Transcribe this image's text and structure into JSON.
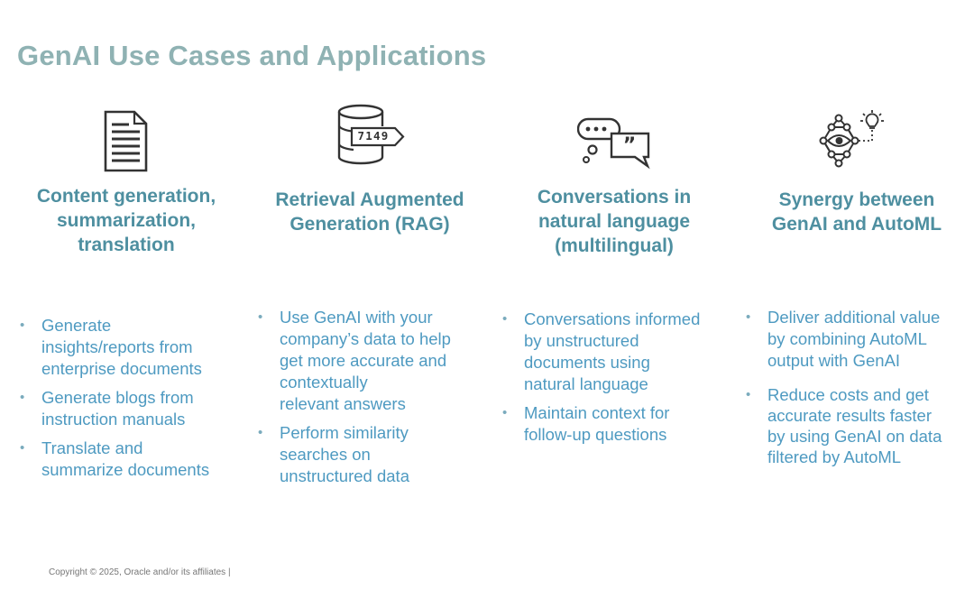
{
  "slide": {
    "title": "GenAI Use Cases and Applications",
    "footer": "Copyright © 2025, Oracle and/or its affiliates |",
    "colors": {
      "title": "#8fb2b3",
      "heading": "#4e8fa0",
      "bullet_text": "#4e9ac1",
      "icon": "#333333"
    }
  },
  "columns": [
    {
      "icon": "document-icon",
      "heading": [
        "Content generation,",
        "summarization,",
        "translation"
      ],
      "bullets": [
        [
          "Generate",
          "insights/reports from",
          "enterprise documents"
        ],
        [
          "Generate blogs from",
          "instruction manuals"
        ],
        [
          "Translate and",
          "summarize documents"
        ]
      ]
    },
    {
      "icon": "database-icon",
      "icon_text": "7149",
      "heading": [
        "Retrieval Augmented",
        "Generation (RAG)"
      ],
      "bullets": [
        [
          "Use GenAI with your",
          "company’s data to help",
          "get more accurate and",
          "contextually",
          "relevant answers"
        ],
        [
          "Perform similarity",
          "searches on",
          "unstructured data"
        ]
      ]
    },
    {
      "icon": "chat-bubbles-icon",
      "heading": [
        "Conversations in",
        "natural language",
        "(multilingual)"
      ],
      "bullets": [
        [
          "Conversations informed",
          "by unstructured",
          "documents using",
          "natural language"
        ],
        [
          "Maintain context for",
          "follow-up questions"
        ]
      ]
    },
    {
      "icon": "network-lightbulb-icon",
      "heading": [
        "Synergy between",
        "GenAI and AutoML"
      ],
      "bullets": [
        [
          "Deliver additional value",
          "by combining AutoML",
          "output with GenAI"
        ],
        [
          "Reduce costs and get",
          "accurate results faster",
          "by using GenAI on data",
          "filtered by AutoML"
        ]
      ]
    }
  ]
}
